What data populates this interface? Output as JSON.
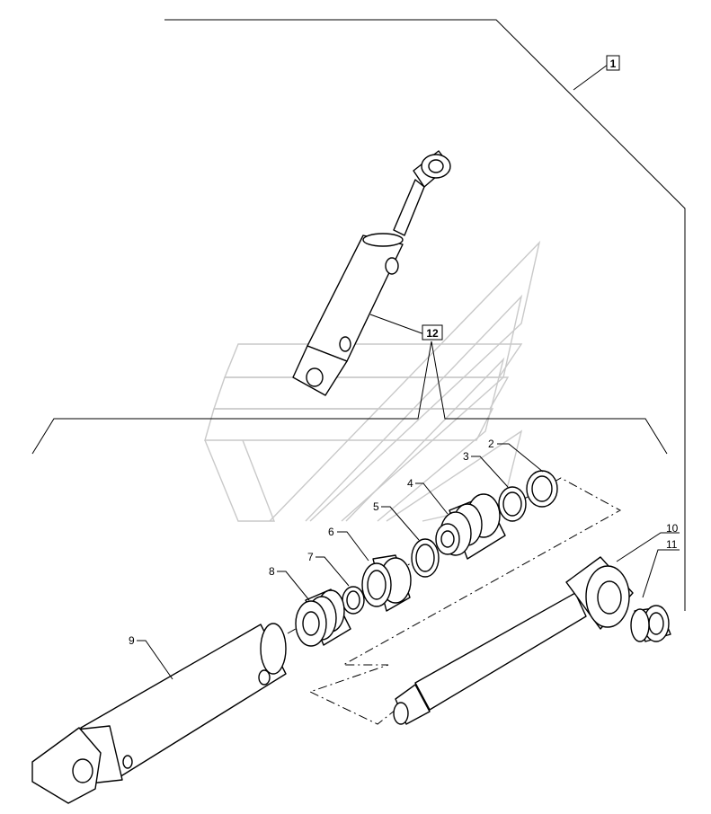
{
  "labels": {
    "assembly": "1",
    "kit": "12",
    "p2": "2",
    "p3": "3",
    "p4": "4",
    "p5": "5",
    "p6": "6",
    "p7": "7",
    "p8": "8",
    "p9": "9",
    "p10": "10",
    "p11": "11"
  },
  "colors": {
    "line": "#000000",
    "watermark": "#c9c9c9",
    "background": "#ffffff"
  }
}
